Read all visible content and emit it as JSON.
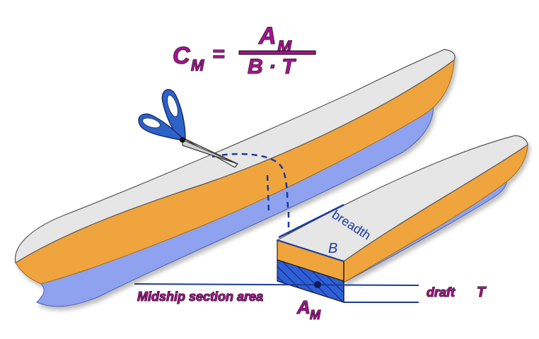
{
  "formula": {
    "lhs_main": "C",
    "lhs_sub": "M",
    "equals": "=",
    "num_main": "A",
    "num_sub": "M",
    "denominator": "B · T"
  },
  "labels": {
    "breadth": "breadth",
    "breadth_symbol": "B",
    "draft_word": "draft",
    "draft_symbol": "T",
    "section_area": "Midship section area",
    "area_main": "A",
    "area_sub": "M"
  },
  "colors": {
    "hull_top": "#e6e6e6",
    "hull_side": "#f0a43c",
    "hull_bottom": "#8ea2f0",
    "section": "#2f5fd6",
    "line_blue": "#1a3a9c",
    "label_purple": "#a4148c"
  },
  "icons": [
    "scissors-icon"
  ]
}
